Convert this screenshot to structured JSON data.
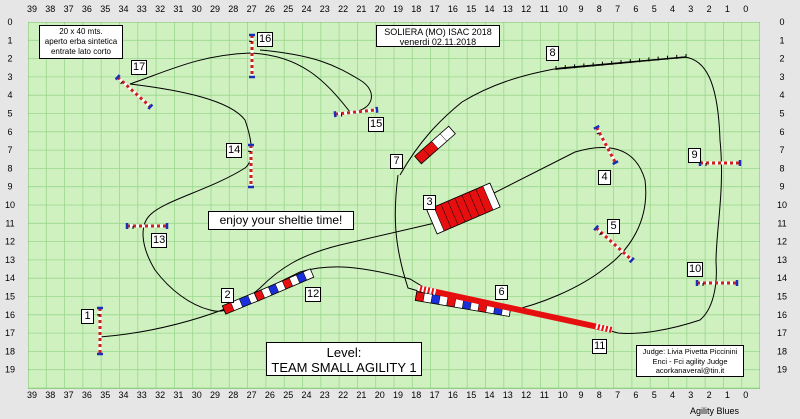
{
  "colors": {
    "field": "#cff0bf",
    "grid": "#9ad88e",
    "ruler": "#e6e6e6",
    "jump_pole_red": "#d11f1f",
    "jump_pole_white": "#ffffff",
    "jump_base": "#1a2fb5",
    "tunnel_red": "#e60f0f",
    "weave_blue": "#1a2fd8",
    "path": "#000000"
  },
  "top_numbers": [
    "0",
    "1",
    "2",
    "3",
    "4",
    "5",
    "6",
    "7",
    "8",
    "9",
    "10",
    "11",
    "12",
    "13",
    "14",
    "15",
    "16",
    "17",
    "18",
    "19"
  ],
  "side_numbers": [
    "39",
    "38",
    "37",
    "36",
    "35",
    "34",
    "33",
    "32",
    "31",
    "30",
    "29",
    "28",
    "27",
    "26",
    "25",
    "24",
    "23",
    "22",
    "21",
    "20",
    "19",
    "18",
    "17",
    "16",
    "15",
    "14",
    "13",
    "12",
    "11",
    "10",
    "9",
    "8",
    "7",
    "6",
    "5",
    "4",
    "3",
    "2",
    "1",
    "0"
  ],
  "ring_info": {
    "line1": "20 x 40 mts.",
    "line2": "aperto erba  sintetica",
    "line3": "entrate lato corto"
  },
  "event_info": {
    "line1": "SOLIERA (MO) ISAC 2018",
    "line2": "venerdi  02.11.2018"
  },
  "slogan": "enjoy your sheltie time!",
  "level": {
    "label": "Level:",
    "name": "TEAM SMALL AGILITY 1"
  },
  "judge": {
    "line1": "Judge: Livia Pivetta Piccinini",
    "line2": "Enci - Fci agility Judge",
    "line3": "acorkanaveral@tin.it"
  },
  "footer": "Agility Blues",
  "obstacles": [
    {
      "number": "1",
      "type": "jump"
    },
    {
      "number": "2",
      "type": "weave"
    },
    {
      "number": "3",
      "type": "tunnel"
    },
    {
      "number": "4",
      "type": "jump"
    },
    {
      "number": "5",
      "type": "jump"
    },
    {
      "number": "6",
      "type": "weave"
    },
    {
      "number": "7",
      "type": "tunnel"
    },
    {
      "number": "8",
      "type": "walk"
    },
    {
      "number": "9",
      "type": "jump"
    },
    {
      "number": "10",
      "type": "jump"
    },
    {
      "number": "11",
      "type": "walk"
    },
    {
      "number": "12",
      "type": "weave"
    },
    {
      "number": "13",
      "type": "jump"
    },
    {
      "number": "14",
      "type": "jump"
    },
    {
      "number": "15",
      "type": "jump"
    },
    {
      "number": "16",
      "type": "jump"
    },
    {
      "number": "17",
      "type": "jump"
    }
  ]
}
